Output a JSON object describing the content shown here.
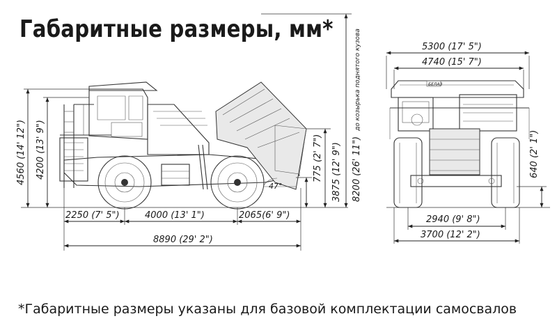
{
  "title": "Габаритные размеры, мм*",
  "footnote": "*Габаритные размеры указаны для базовой комплектации самосвалов",
  "side_view": {
    "heights": {
      "overall": "4560 (14' 12\")",
      "cab": "4200 (13' 9\")",
      "raised_body": "8200 (26' 11\")",
      "raised_body_note": "до козырька поднятого кузова",
      "body_rear": "3875 (12' 9\")",
      "clearance": "775 (2' 7\")",
      "angle": "47°"
    },
    "lengths": {
      "front_overhang": "2250 (7' 5\")",
      "wheelbase": "4000 (13' 1\")",
      "rear_overhang": "2065(6' 9\")",
      "overall": "8890 (29' 2\")"
    }
  },
  "front_view": {
    "widths": {
      "overall": "5300 (17' 5\")",
      "body": "4740 (15' 7\")",
      "track": "2940 (9' 8\")",
      "tyres": "3700 (12' 2\")"
    },
    "heights": {
      "ground_clearance": "640 (2' 1\")"
    },
    "badge": "БЕЛАЗ"
  }
}
